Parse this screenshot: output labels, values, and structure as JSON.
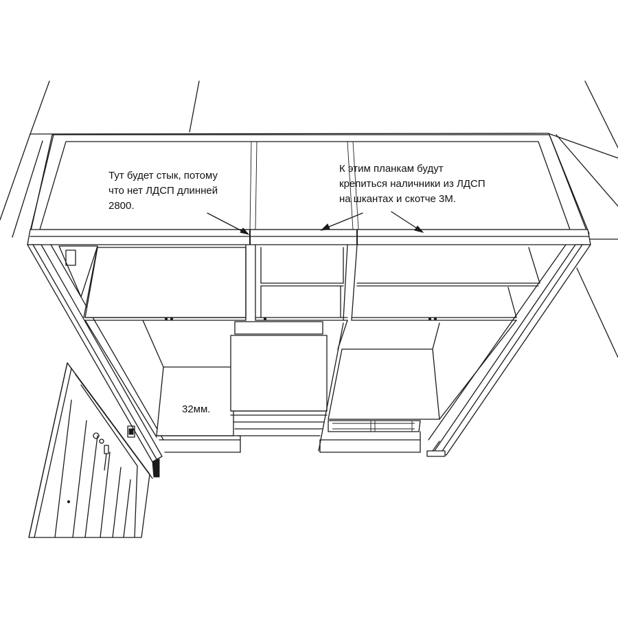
{
  "annotations": {
    "joint_note": [
      "Тут будет стык, потому",
      "что нет ЛДСП длинней",
      "2800."
    ],
    "trim_note": [
      "К этим планкам будут",
      "крепиться наличники из ЛДСП",
      "на шкантах и скотче 3М."
    ],
    "thickness_label": "32мм."
  },
  "colors": {
    "line": "#1a1a1a",
    "background": "#ffffff"
  }
}
